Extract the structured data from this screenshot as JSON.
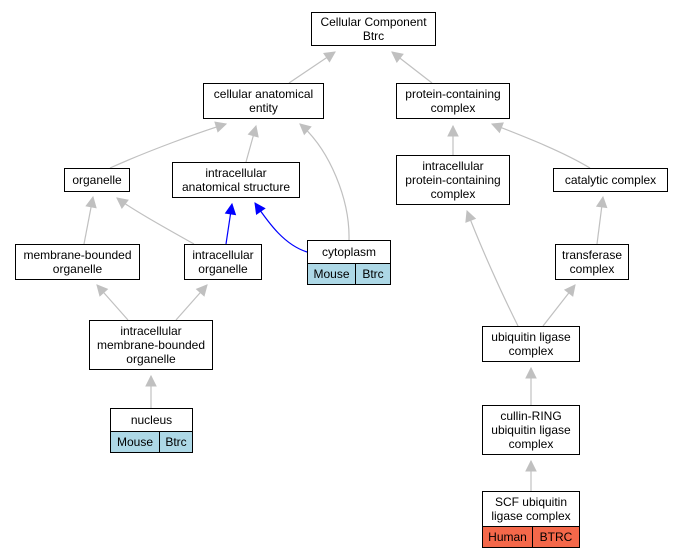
{
  "diagram": {
    "nodes": {
      "cc_btrc": "Cellular Component\nBtrc",
      "cellular_anatomical_entity": "cellular anatomical\nentity",
      "protein_containing_complex": "protein-containing\ncomplex",
      "organelle": "organelle",
      "intracellular_anatomical_structure": "intracellular\nanatomical structure",
      "intracellular_protein_containing_complex": "intracellular\nprotein-containing\ncomplex",
      "catalytic_complex": "catalytic complex",
      "membrane_bounded_organelle": "membrane-bounded\norganelle",
      "intracellular_organelle": "intracellular\norganelle",
      "cytoplasm": "cytoplasm",
      "transferase_complex": "transferase\ncomplex",
      "intracellular_membrane_bounded_organelle": "intracellular\nmembrane-bounded\norganelle",
      "ubiquitin_ligase_complex": "ubiquitin ligase\ncomplex",
      "nucleus": "nucleus",
      "cullin_ring_ubiquitin_ligase_complex": "cullin-RING\nubiquitin ligase\ncomplex",
      "scf_ubiquitin_ligase_complex": "SCF ubiquitin\nligase complex"
    },
    "annotations": {
      "cytoplasm": {
        "species": "Mouse",
        "gene": "Btrc",
        "color": "#add8e6"
      },
      "nucleus": {
        "species": "Mouse",
        "gene": "Btrc",
        "color": "#add8e6"
      },
      "scf_ubiquitin_ligase_complex": {
        "species": "Human",
        "gene": "BTRC",
        "color": "#f4684a"
      }
    },
    "edges": [
      {
        "from": "cellular_anatomical_entity",
        "to": "cc_btrc",
        "color": "#c0c0c0"
      },
      {
        "from": "protein_containing_complex",
        "to": "cc_btrc",
        "color": "#c0c0c0"
      },
      {
        "from": "organelle",
        "to": "cellular_anatomical_entity",
        "color": "#c0c0c0"
      },
      {
        "from": "intracellular_anatomical_structure",
        "to": "cellular_anatomical_entity",
        "color": "#c0c0c0"
      },
      {
        "from": "cytoplasm",
        "to": "cellular_anatomical_entity",
        "color": "#c0c0c0"
      },
      {
        "from": "intracellular_protein_containing_complex",
        "to": "protein_containing_complex",
        "color": "#c0c0c0"
      },
      {
        "from": "catalytic_complex",
        "to": "protein_containing_complex",
        "color": "#c0c0c0"
      },
      {
        "from": "membrane_bounded_organelle",
        "to": "organelle",
        "color": "#c0c0c0"
      },
      {
        "from": "intracellular_organelle",
        "to": "organelle",
        "color": "#c0c0c0"
      },
      {
        "from": "intracellular_organelle",
        "to": "intracellular_anatomical_structure",
        "color": "#0000ff"
      },
      {
        "from": "cytoplasm",
        "to": "intracellular_anatomical_structure",
        "color": "#0000ff"
      },
      {
        "from": "transferase_complex",
        "to": "catalytic_complex",
        "color": "#c0c0c0"
      },
      {
        "from": "intracellular_membrane_bounded_organelle",
        "to": "membrane_bounded_organelle",
        "color": "#c0c0c0"
      },
      {
        "from": "intracellular_membrane_bounded_organelle",
        "to": "intracellular_organelle",
        "color": "#c0c0c0"
      },
      {
        "from": "ubiquitin_ligase_complex",
        "to": "intracellular_protein_containing_complex",
        "color": "#c0c0c0"
      },
      {
        "from": "ubiquitin_ligase_complex",
        "to": "transferase_complex",
        "color": "#c0c0c0"
      },
      {
        "from": "nucleus",
        "to": "intracellular_membrane_bounded_organelle",
        "color": "#c0c0c0"
      },
      {
        "from": "cullin_ring_ubiquitin_ligase_complex",
        "to": "ubiquitin_ligase_complex",
        "color": "#c0c0c0"
      },
      {
        "from": "scf_ubiquitin_ligase_complex",
        "to": "cullin_ring_ubiquitin_ligase_complex",
        "color": "#c0c0c0"
      }
    ]
  }
}
